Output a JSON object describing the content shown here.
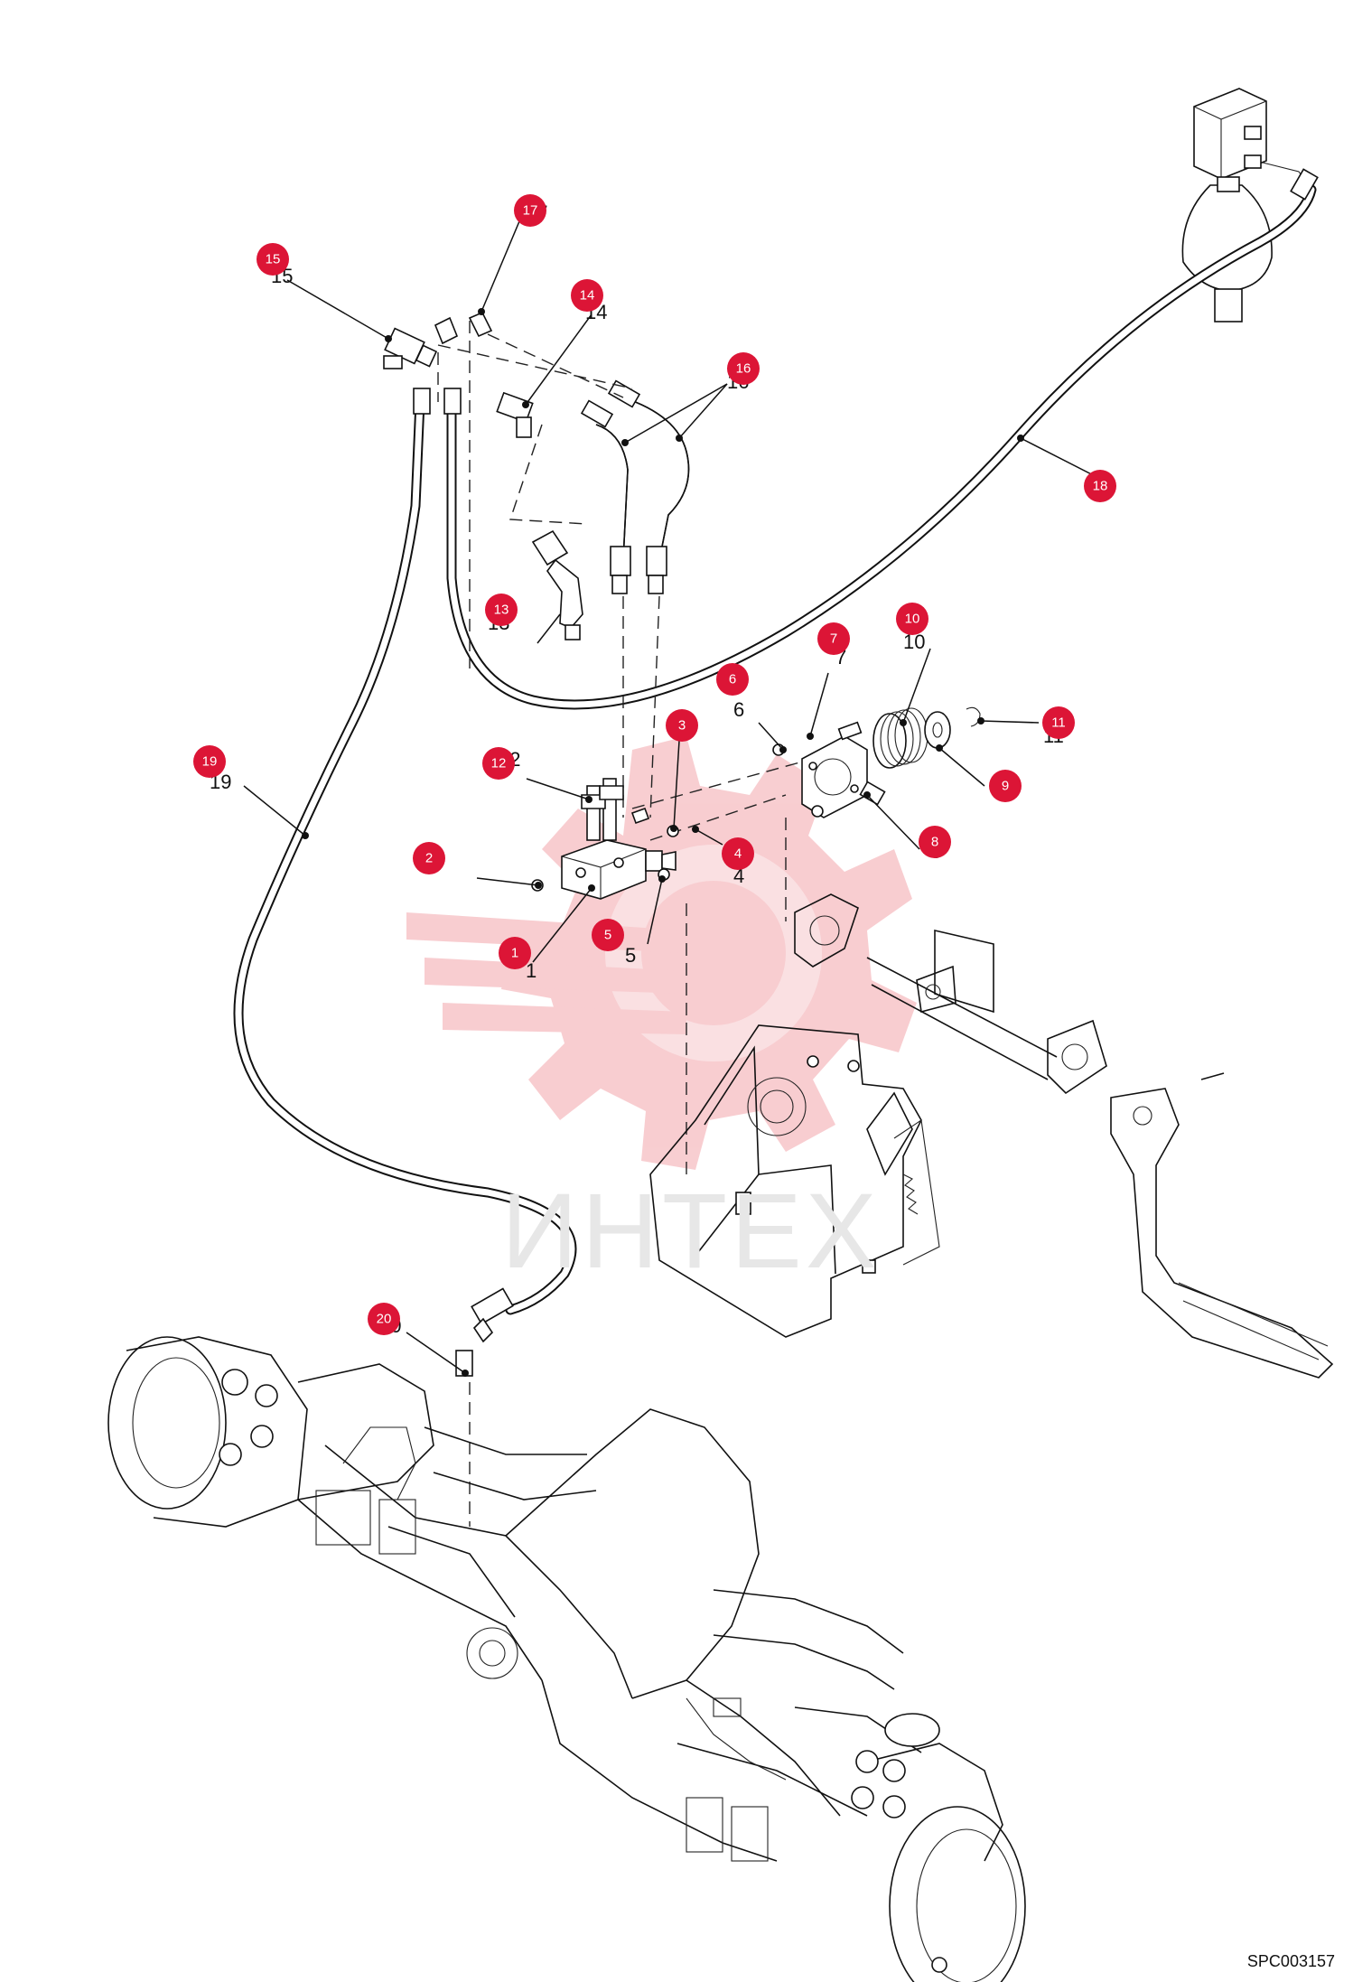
{
  "watermark": {
    "text": "ИНТЕХ",
    "color": "#f4a4aa"
  },
  "drawing_code": "SPC003157",
  "badge_color": "#dc1536",
  "callouts": [
    {
      "n": "1"
    },
    {
      "n": "2"
    },
    {
      "n": "3"
    },
    {
      "n": "4"
    },
    {
      "n": "5"
    },
    {
      "n": "6"
    },
    {
      "n": "7"
    },
    {
      "n": "8"
    },
    {
      "n": "9"
    },
    {
      "n": "10"
    },
    {
      "n": "11"
    },
    {
      "n": "12"
    },
    {
      "n": "13"
    },
    {
      "n": "14"
    },
    {
      "n": "15"
    },
    {
      "n": "16"
    },
    {
      "n": "17"
    },
    {
      "n": "18"
    },
    {
      "n": "19"
    },
    {
      "n": "20"
    }
  ]
}
